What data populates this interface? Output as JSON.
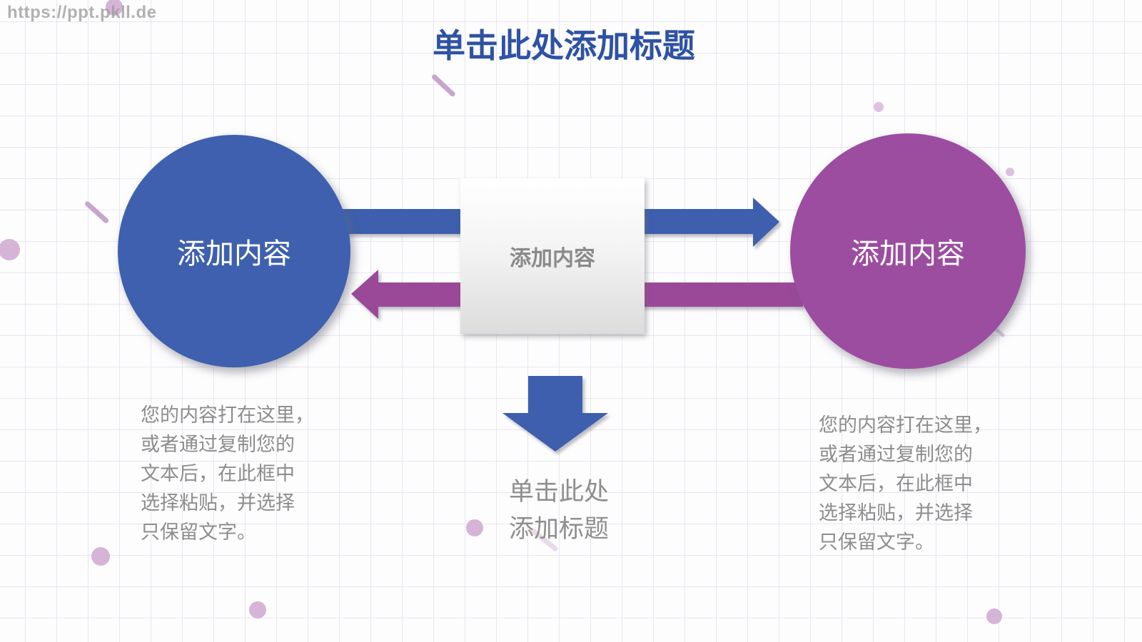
{
  "watermark": {
    "text": "https://ppt.pkll.de"
  },
  "title": {
    "text": "单击此处添加标题",
    "color": "#2e52a4"
  },
  "diagram": {
    "left_circle": {
      "label": "添加内容",
      "color": "#3e60ae"
    },
    "right_circle": {
      "label": "添加内容",
      "color": "#9c4da0"
    },
    "center_box": {
      "label": "添加内容"
    },
    "caption": {
      "line1": "单击此处",
      "line2": "添加标题"
    },
    "arrow_colors": {
      "right_arrow": "#3d5fad",
      "left_arrow": "#9a4898",
      "down_arrow": "#3d5fad"
    }
  },
  "left_text": {
    "lines": [
      "您的内容打在这里，",
      "或者通过复制您的",
      "文本后，在此框中",
      "选择粘贴，并选择",
      "只保留文字。"
    ]
  },
  "right_text": {
    "lines": [
      "您的内容打在这里，",
      "或者通过复制您的",
      "文本后，在此框中",
      "选择粘贴，并选择",
      "只保留文字。"
    ]
  },
  "decor": {
    "dot_color": "#d5b4d7",
    "grid_color": "#e8e6f0",
    "background": "#fdfdfe"
  }
}
